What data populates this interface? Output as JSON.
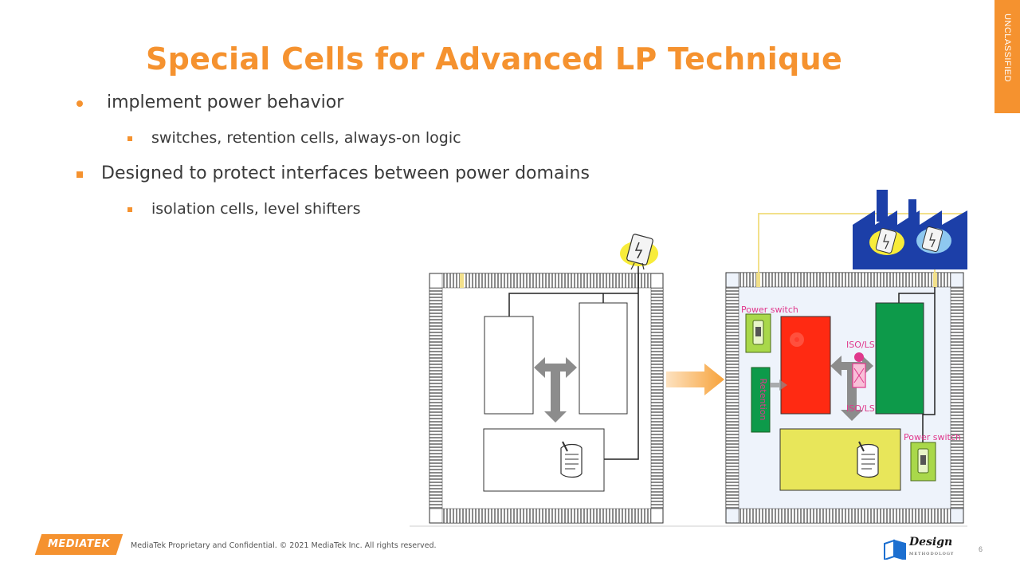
{
  "slide": {
    "title": "Special Cells for Advanced LP Technique",
    "classification": "UNCLASSIFIED",
    "bullets": [
      {
        "text": "implement power behavior",
        "sub": [
          "switches, retention cells, always-on logic"
        ]
      },
      {
        "text": "Designed to protect interfaces between power domains",
        "sub": [
          "isolation cells, level shifters"
        ]
      }
    ]
  },
  "diagram": {
    "labels": {
      "power_switch_top": "Power switch",
      "power_switch_bottom": "Power switch",
      "iso_ls_top": "ISO/LS",
      "iso_ls_bottom": "ISO/LS",
      "retention": "Retention"
    },
    "colors": {
      "accent": "#f5922f",
      "block_red": "#ff2a12",
      "block_green": "#0d9a4a",
      "block_yellow": "#e8e65a",
      "switch_green": "#a9d84a",
      "label_pink": "#e0388c",
      "power_line": "#f2e08a",
      "factory_blue": "#1c3fa8",
      "io_gray": "#8a8a8a"
    }
  },
  "footer": {
    "company": "MEDIATEK",
    "notice": "MediaTek Proprietary and Confidential. © 2021 MediaTek Inc. All rights reserved.",
    "partner_main": "Design",
    "partner_sub": "METHODOLOGY",
    "page": "6"
  }
}
